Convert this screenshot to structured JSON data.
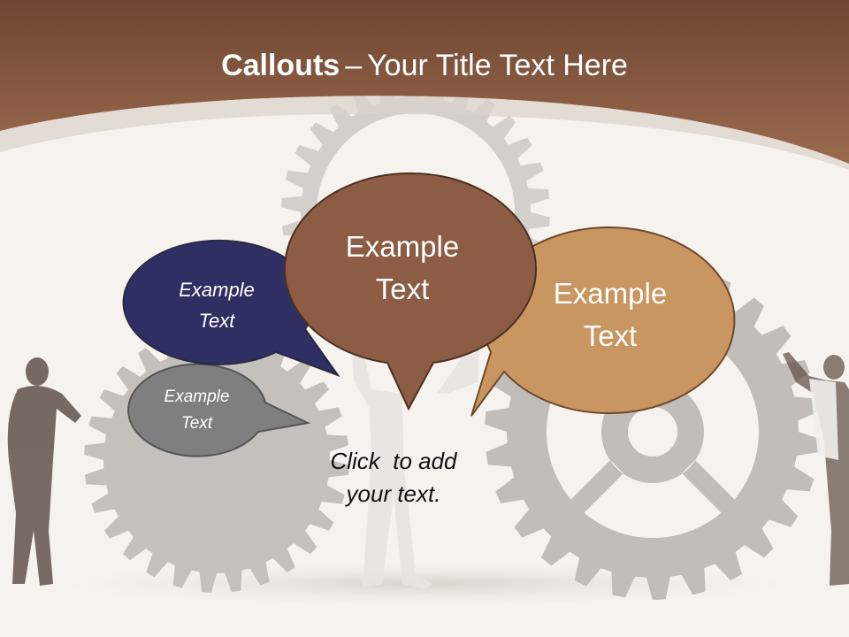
{
  "slide": {
    "title_bold": "Callouts",
    "title_separator": "–",
    "title_rest": "Your Title Text Here",
    "colors": {
      "header_brown": "#8a5a40",
      "blue_bubble": "#2f2f63",
      "brown_bubble": "#8c5c44",
      "tan_bubble": "#c99560",
      "gray_bubble": "#7f7f7f",
      "gear": "#bdb8b3"
    }
  },
  "callouts": {
    "blue": {
      "line1": "Example",
      "line2": "Text"
    },
    "brown": {
      "line1": "Example",
      "line2": "Text"
    },
    "tan": {
      "line1": "Example",
      "line2": "Text"
    },
    "gray": {
      "line1": "Example",
      "line2": "Text"
    }
  },
  "placeholder": {
    "line1": "Click  to add",
    "line2": "your text."
  }
}
